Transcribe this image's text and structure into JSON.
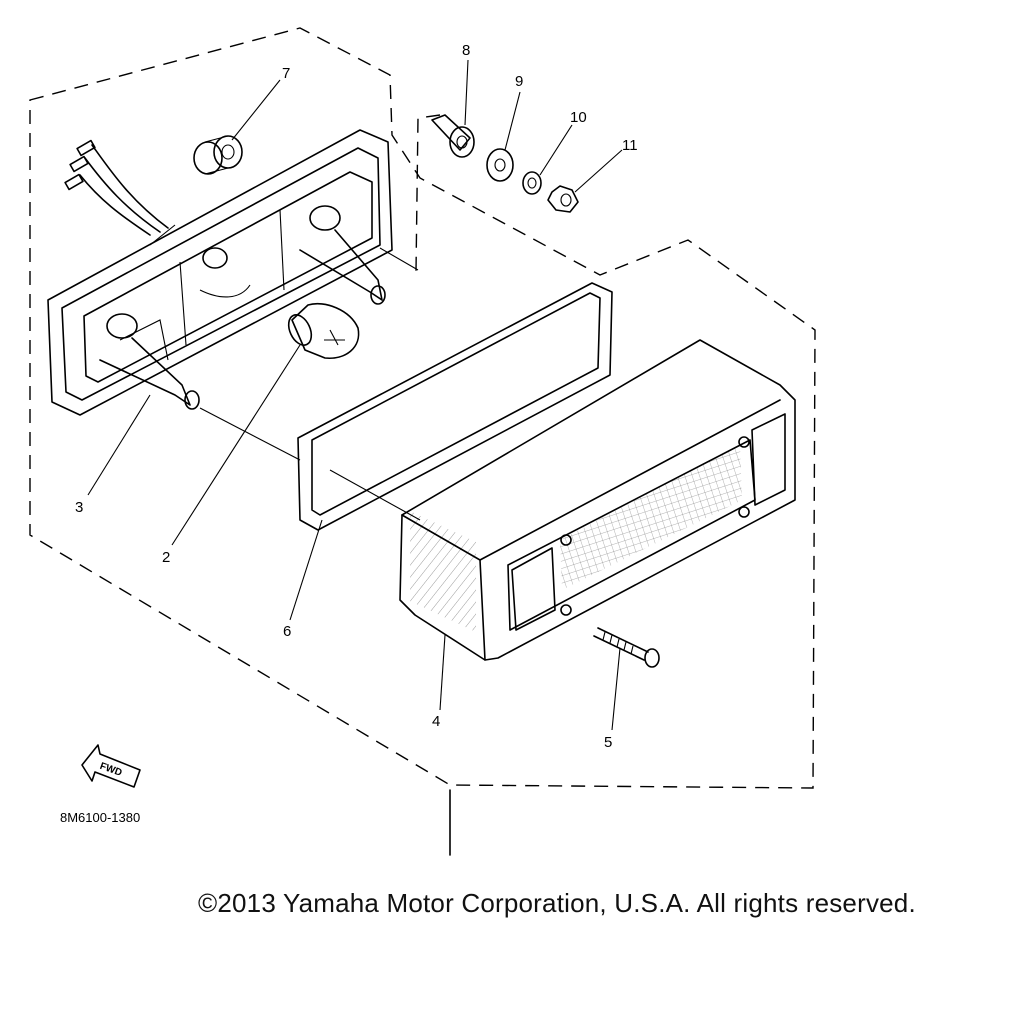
{
  "diagram": {
    "callouts": [
      "8",
      "9",
      "10",
      "11",
      "7",
      "3",
      "2",
      "6",
      "4",
      "5"
    ],
    "fwd_label": "FWD",
    "part_code": "8M6100-1380"
  },
  "footer": {
    "copyright": "©2013 Yamaha Motor Corporation, U.S.A. All rights reserved."
  }
}
